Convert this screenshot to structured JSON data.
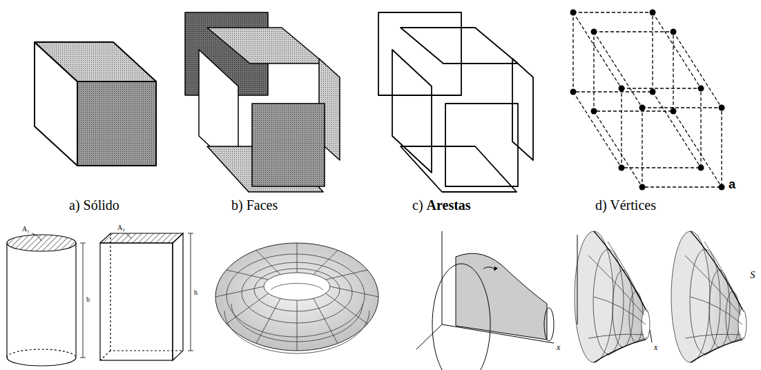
{
  "diagram": {
    "labels": [
      "a) Sólido",
      "b) Faces",
      "c)",
      "Arestas",
      "d) Vértices",
      "a",
      "A₁",
      "h",
      "A₂",
      "h",
      "x",
      "x",
      "S"
    ]
  }
}
